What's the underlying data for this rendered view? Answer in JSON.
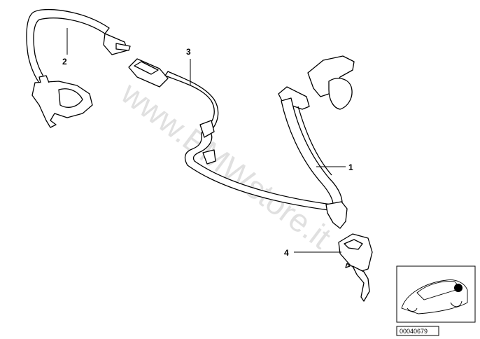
{
  "diagram": {
    "callouts": [
      {
        "id": "1",
        "label": "1"
      },
      {
        "id": "2",
        "label": "2"
      },
      {
        "id": "3",
        "label": "3"
      },
      {
        "id": "4",
        "label": "4"
      }
    ],
    "watermark": "www.BMWstore.it",
    "thumbnail": {
      "reference_number": "00040679"
    }
  }
}
